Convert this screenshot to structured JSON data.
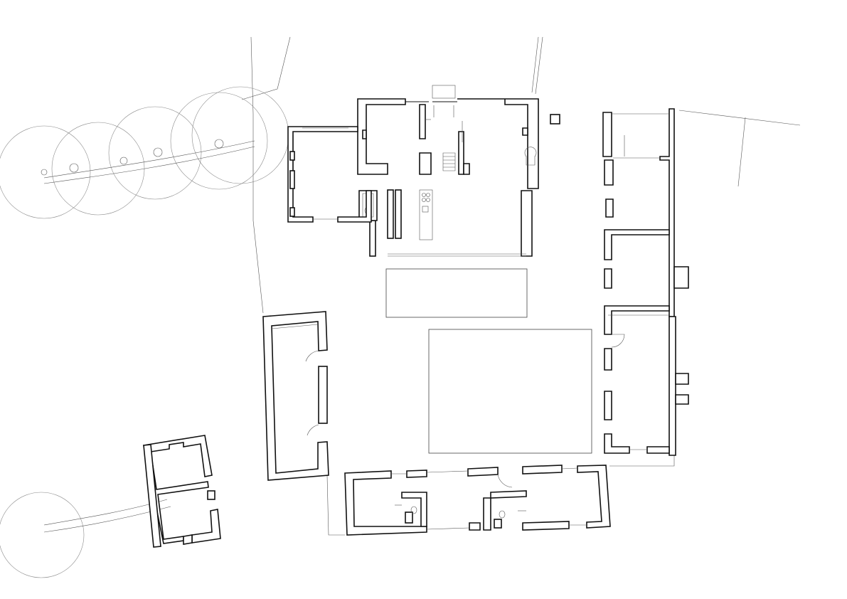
{
  "drawing": {
    "type": "site-floor-plan",
    "labels_shown": [],
    "colors": {
      "line": "#111111",
      "thin_line": "#555555",
      "background": "#ffffff"
    }
  },
  "site": {
    "courtyard_paving": {
      "pattern": "brick-stretcher"
    },
    "terrace_paving": {
      "pattern": "brick-stretcher"
    },
    "tree_row": {
      "count": 5
    }
  }
}
